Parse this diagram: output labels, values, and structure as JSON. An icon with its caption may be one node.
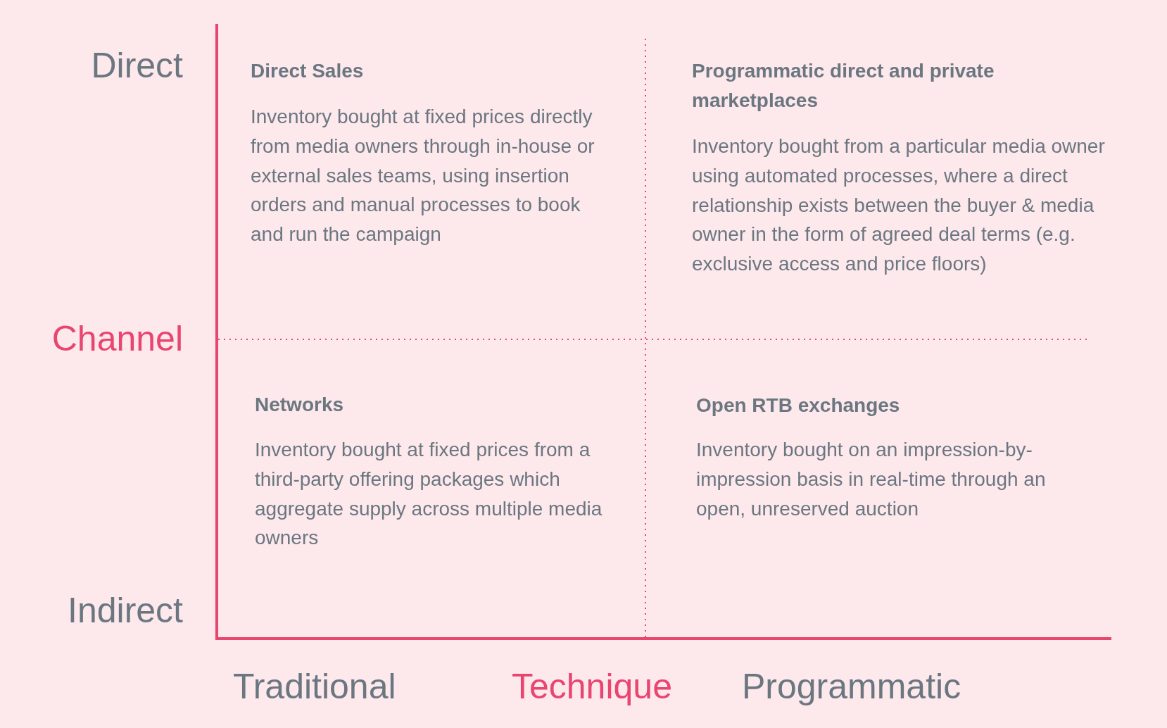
{
  "diagram": {
    "labels": [
      "Direct",
      "Direct Sales",
      "Inventory bought at fixed prices directly from media owners through in-house or external sales teams, using insertion orders and manual processes to book and run the campaign",
      "Programmatic direct and private marketplaces",
      "Inventory bought from a particular media owner using automated processes, where a direct relationship exists between the buyer & media owner in the form of agreed deal terms (e.g. exclusive access and price floors)",
      "Channel",
      "Networks",
      "Inventory bought at fixed prices from a third-party offering packages which aggregate supply across multiple media owners",
      "Open RTB exchanges",
      "Inventory bought on an impression-by-impression basis in real-time through an open, unreserved auction",
      "Indirect",
      "Traditional",
      "Technique",
      "Programmatic"
    ]
  }
}
